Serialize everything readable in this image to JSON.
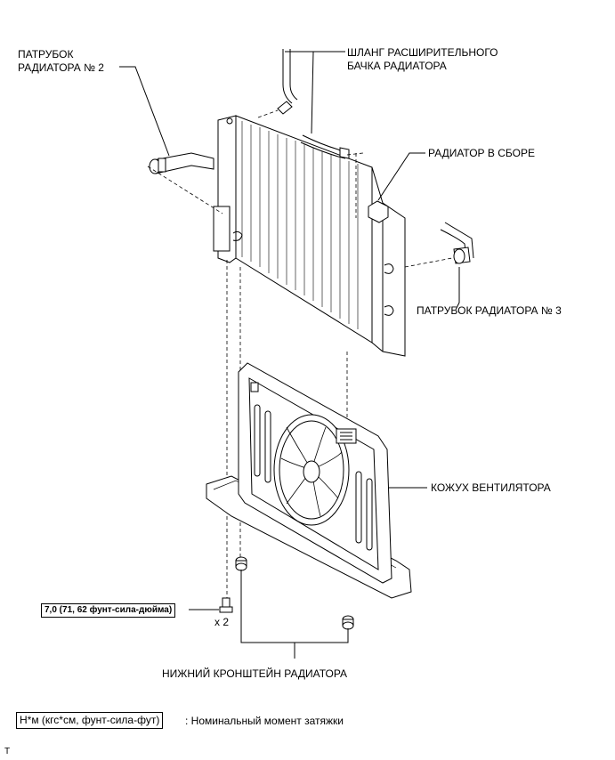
{
  "labels": {
    "radiator_hose_2_line1": "ПАТРУБОК",
    "radiator_hose_2_line2": "РАДИАТОРА № 2",
    "reservoir_hose_line1": "ШЛАНГ РАСШИРИТЕЛЬНОГО",
    "reservoir_hose_line2": "БАЧКА РАДИАТОРА",
    "radiator_assembly": "РАДИАТОР В СБОРЕ",
    "radiator_hose_3": "ПАТРУБОК РАДИАТОРА № 3",
    "fan_shroud": "КОЖУХ ВЕНТИЛЯТОРА",
    "lower_bracket": "НИЖНИЙ КРОНШТЕЙН РАДИАТОРА"
  },
  "torque": {
    "value": "7,0 (71, 62 фунт-сила-дюйма)",
    "count": "x 2"
  },
  "legend": {
    "box": "Н*м (кгс*см, фунт-сила-фут)",
    "text": ": Номинальный момент затяжки"
  },
  "footer": {
    "mark": "T"
  }
}
